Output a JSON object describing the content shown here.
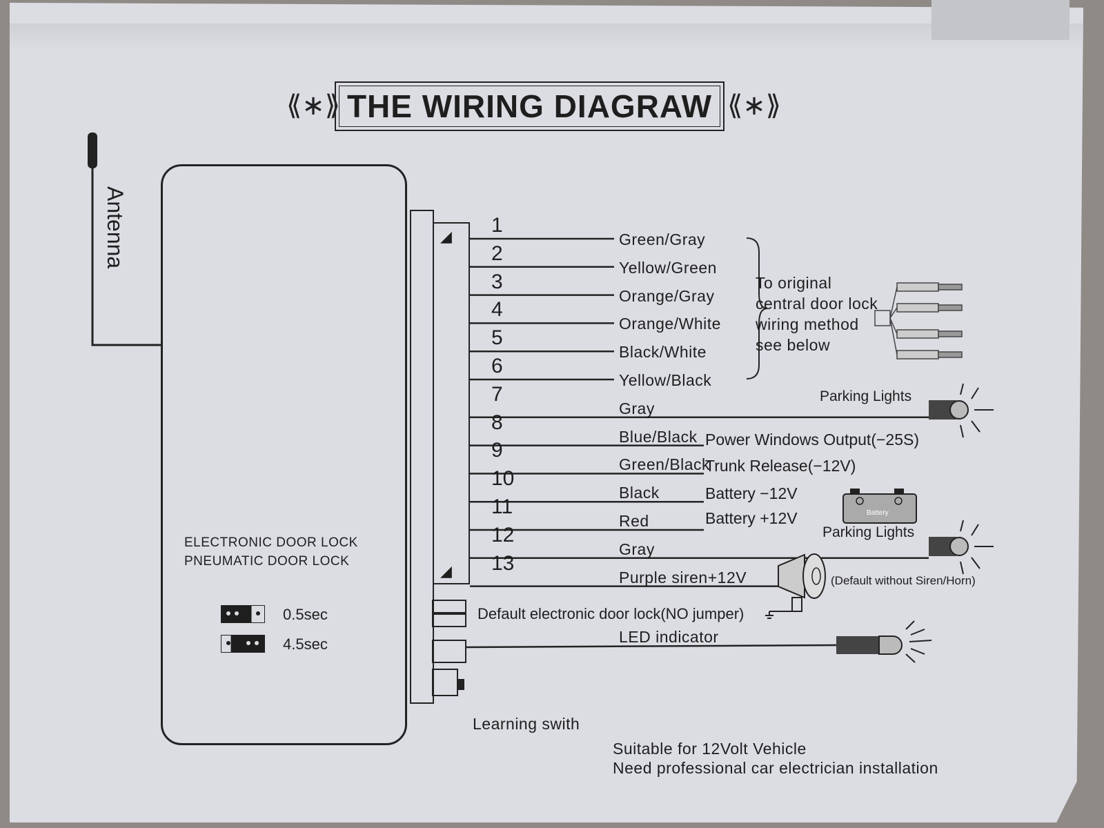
{
  "title": "THE WIRING DIAGRAW",
  "antenna": "Antenna",
  "lock_types": [
    "ELECTRONIC DOOR LOCK",
    "PNEUMATIC DOOR LOCK"
  ],
  "jumpers": [
    {
      "label": "0.5sec"
    },
    {
      "label": "4.5sec"
    }
  ],
  "wires": [
    {
      "num": "1",
      "color": "Green/Gray"
    },
    {
      "num": "2",
      "color": "Yellow/Green"
    },
    {
      "num": "3",
      "color": "Orange/Gray"
    },
    {
      "num": "4",
      "color": "Orange/White"
    },
    {
      "num": "5",
      "color": "Black/White"
    },
    {
      "num": "6",
      "color": "Yellow/Black"
    },
    {
      "num": "7",
      "color": "Gray"
    },
    {
      "num": "8",
      "color": "Blue/Black"
    },
    {
      "num": "9",
      "color": "Green/Black"
    },
    {
      "num": "10",
      "color": "Black"
    },
    {
      "num": "11",
      "color": "Red"
    },
    {
      "num": "12",
      "color": "Gray"
    },
    {
      "num": "13",
      "color": "Purple siren+12V"
    }
  ],
  "door_lock_note": "To original central door lock wiring method see below",
  "outputs": {
    "parking_lights_1": "Parking Lights",
    "power_windows": "Power Windows Output(−25S)",
    "trunk_release": "Trunk Release(−12V)",
    "battery_neg": "Battery −12V",
    "battery_pos": "Battery +12V",
    "battery_icon_text": "Battery",
    "parking_lights_2": "Parking Lights",
    "siren_default": "(Default without Siren/Horn)",
    "jumper_default": "Default electronic door lock(NO jumper)",
    "led_indicator": "LED indicator",
    "learning_switch": "Learning swith"
  },
  "footer": [
    "Suitable for 12Volt Vehicle",
    "Need professional car electrician installation"
  ]
}
